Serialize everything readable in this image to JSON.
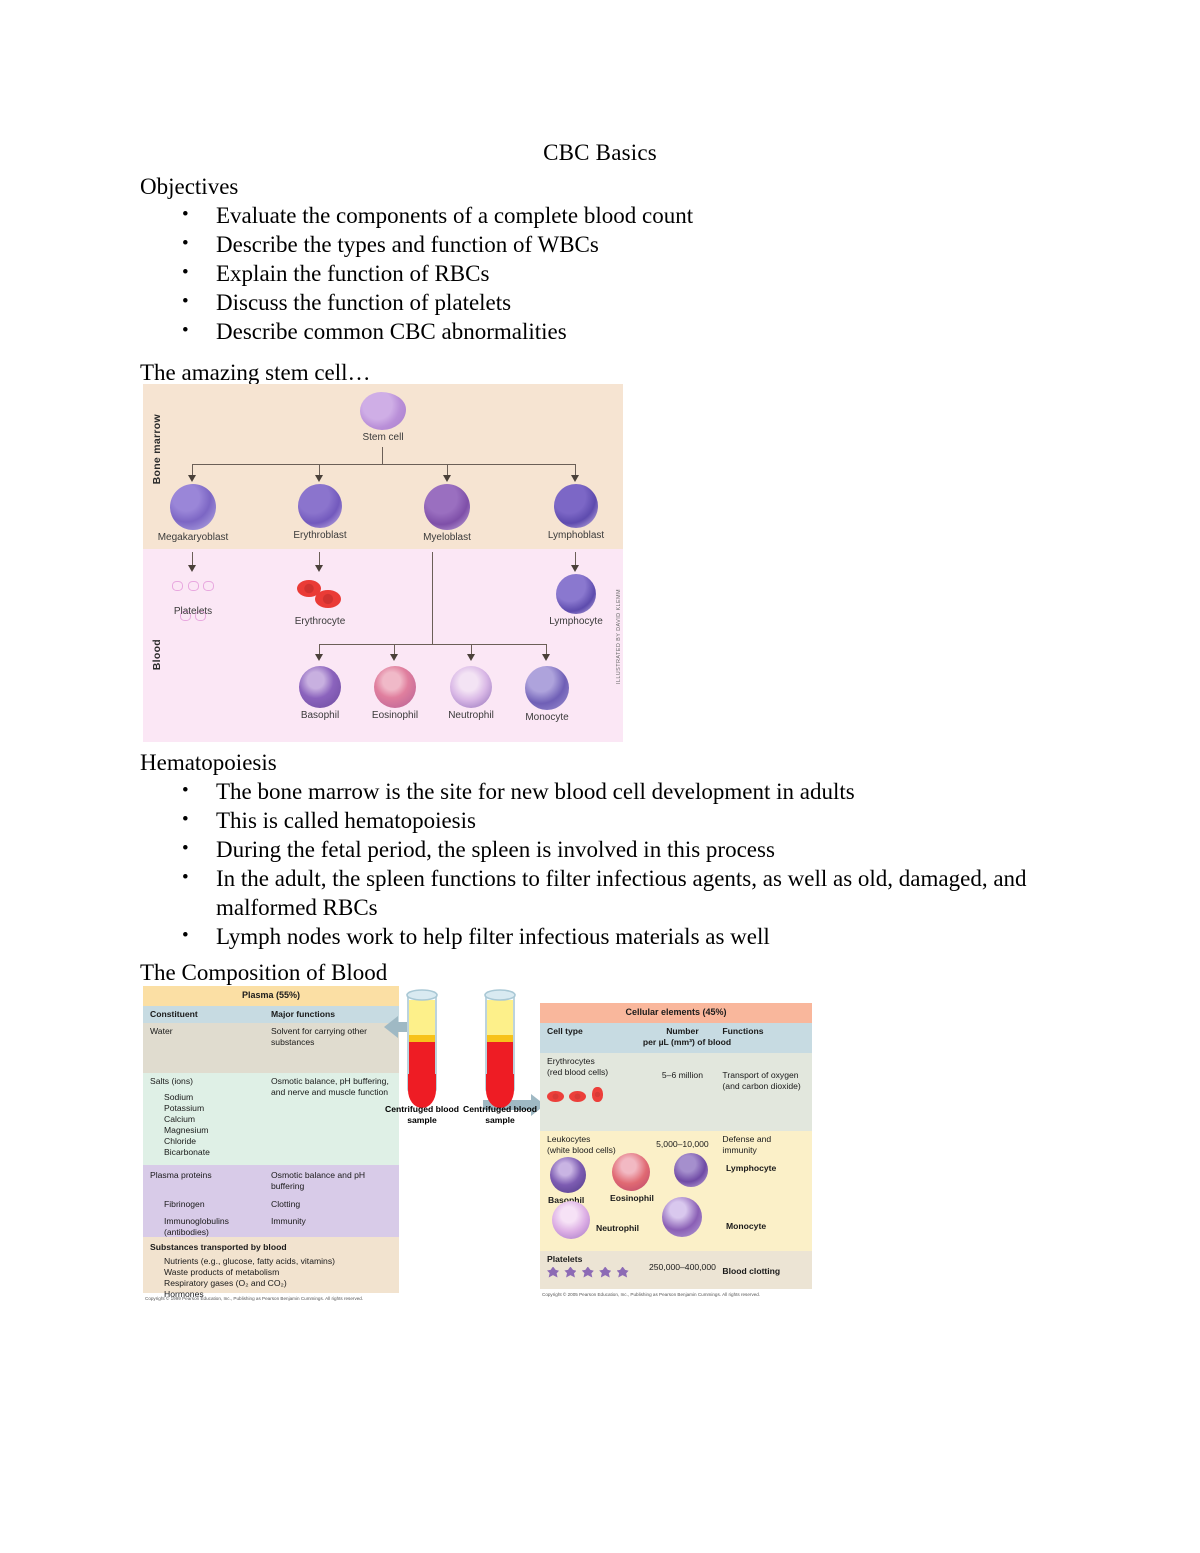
{
  "document": {
    "title": "CBC Basics",
    "sections": [
      {
        "heading": "Objectives",
        "bullets": [
          "Evaluate the components of a complete blood count",
          "Describe the types and function of WBCs",
          "Explain the function of RBCs",
          "Discuss the function of platelets",
          "Describe common CBC abnormalities"
        ]
      },
      {
        "heading": "The amazing stem cell…"
      },
      {
        "heading": "Hematopoiesis",
        "bullets": [
          "The bone marrow is the site for new blood cell development in adults",
          "This is called hematopoiesis",
          "During the fetal period, the spleen is involved in this process",
          "In the adult, the spleen functions to filter infectious agents, as well as old, damaged, and",
          "Lymph nodes work to help filter infectious materials as well"
        ],
        "bullet4_wrap": "malformed RBCs"
      },
      {
        "heading": "The Composition of Blood"
      }
    ]
  },
  "stem_cell_figure": {
    "side_labels": {
      "marrow": "Bone marrow",
      "blood": "Blood"
    },
    "credit": "ILLUSTRATED BY DAVID KLEMM",
    "root": "Stem cell",
    "progenitors": [
      "Megakaryoblast",
      "Erythroblast",
      "Myeloblast",
      "Lymphoblast"
    ],
    "mature_upper": [
      "Platelets",
      "Erythrocyte",
      "Lymphocyte"
    ],
    "mature_lower": [
      "Basophil",
      "Eosinophil",
      "Neutrophil",
      "Monocyte"
    ],
    "colors": {
      "marrow_bg": "#f6e4d2",
      "blood_bg": "#fbe7f5",
      "arrow": "#4a4039"
    }
  },
  "blood_composition": {
    "plasma_table": {
      "title": "Plasma (55%)",
      "headers": [
        "Constituent",
        "Major functions"
      ],
      "rows": [
        {
          "constituent": "Water",
          "function": "Solvent for carrying other substances",
          "bg": "#e0dccf"
        },
        {
          "constituent": "Salts (ions)",
          "sub": [
            "Sodium",
            "Potassium",
            "Calcium",
            "Magnesium",
            "Chloride",
            "Bicarbonate"
          ],
          "function": "Osmotic balance, pH buffering, and nerve and muscle function",
          "bg": "#dff0e6"
        },
        {
          "constituent": "Plasma proteins",
          "function": "Osmotic balance and pH buffering",
          "bg": "#d8cbe8"
        },
        {
          "constituent": "Fibrinogen",
          "function": "Clotting",
          "bg": "#d8cbe8",
          "indent": true
        },
        {
          "constituent": "Immunoglobulins (antibodies)",
          "function": "Immunity",
          "bg": "#d8cbe8",
          "indent": true
        }
      ],
      "transported": {
        "heading": "Substances transported by blood",
        "items": [
          "Nutrients (e.g., glucose, fatty acids, vitamins)",
          "Waste products of metabolism",
          "Respiratory gases (O₂ and CO₂)",
          "Hormones"
        ],
        "bg": "#f2e3cf"
      },
      "copyright": "Copyright © 1999 Pearson Education, Inc., Publishing as Pearson Benjamin Cummings. All rights reserved.",
      "title_bg": "#fbdfa4",
      "header_bg": "#c7dbe2"
    },
    "tubes": [
      {
        "caption": "Centrifuged blood sample"
      },
      {
        "caption": "Centrifuged blood sample"
      }
    ],
    "cellular_table": {
      "title": "Cellular elements (45%)",
      "headers": [
        "Cell type",
        "Number per µL (mm³) of blood",
        "Functions"
      ],
      "header_line1": "Cell type",
      "header_num_line1": "Number",
      "header_num_line2": "per µL (mm³) of blood",
      "header_func": "Functions",
      "rows": [
        {
          "cell_type": "Erythrocytes (red blood cells)",
          "cell_type_l1": "Erythrocytes",
          "cell_type_l2": "(red blood cells)",
          "number": "5–6 million",
          "function": "Transport of oxygen (and carbon dioxide)",
          "bg": "#e2e7dd"
        },
        {
          "cell_type": "Leukocytes (white blood cells)",
          "cell_type_l1": "Leukocytes",
          "cell_type_l2": "(white blood cells)",
          "number": "5,000–10,000",
          "function": "Defense and immunity",
          "bg": "#fbf0c8",
          "cell_labels": [
            "Basophil",
            "Eosinophil",
            "Neutrophil",
            "Lymphocyte",
            "Monocyte"
          ]
        },
        {
          "cell_type": "Platelets",
          "number": "250,000–400,000",
          "function": "Blood clotting",
          "bg": "#ece4d4"
        }
      ],
      "copyright": "Copyright © 2005 Pearson Education, Inc., Publishing as Pearson Benjamin Cummings. All rights reserved.",
      "title_bg": "#f9b79c",
      "header_bg": "#c7dbe2"
    }
  }
}
